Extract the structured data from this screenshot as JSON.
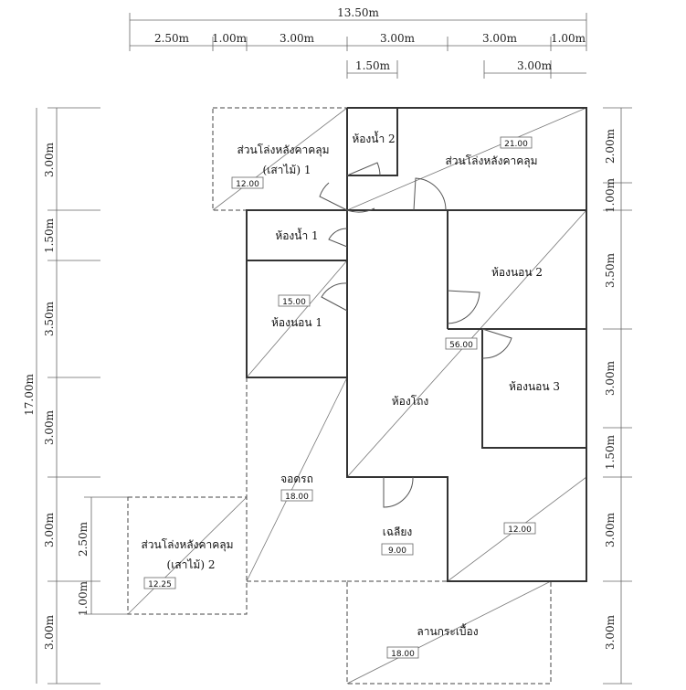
{
  "dimensions": {
    "overall_width": "13.50m",
    "top_row": [
      "2.50m",
      "1.00m",
      "3.00m",
      "3.00m",
      "3.00m",
      "1.00m"
    ],
    "second_row": [
      "1.50m",
      "3.00m"
    ],
    "overall_height": "17.00m",
    "left_col": [
      "3.00m",
      "1.50m",
      "3.50m",
      "3.00m",
      "3.00m",
      "3.00m"
    ],
    "left_inner": [
      "2.50m",
      "1.00m"
    ],
    "right_col": [
      "2.00m",
      "1.00m",
      "3.50m",
      "3.00m",
      "1.50m",
      "3.00m",
      "3.00m"
    ]
  },
  "rooms": {
    "garden1_label_1": "ส่วนโล่งหลังคาคลุม",
    "garden1_label_2": "(เสาไม้) 1",
    "garden1_area": "12.00",
    "bath2": "ห้องน้ำ 2",
    "open_label": "ส่วนโล่งหลังคาคลุม",
    "open_area": "21.00",
    "bath1": "ห้องน้ำ 1",
    "bed2": "ห้องนอน 2",
    "bed1": "ห้องนอน 1",
    "bed1_area": "15.00",
    "bed3": "ห้องนอน 3",
    "hall_area": "56.00",
    "hall": "ห้องโถง",
    "carport": "จอดรถ",
    "carport_area": "18.00",
    "garden2_label_1": "ส่วนโล่งหลังคาคลุม",
    "garden2_label_2": "(เสาไม้) 2",
    "garden2_area": "12.25",
    "terrace": "เฉลียง",
    "terrace_area": "9.00",
    "right_area": "12.00",
    "tile_yard": "ลานกระเบื้อง",
    "tile_yard_area": "18.00"
  }
}
